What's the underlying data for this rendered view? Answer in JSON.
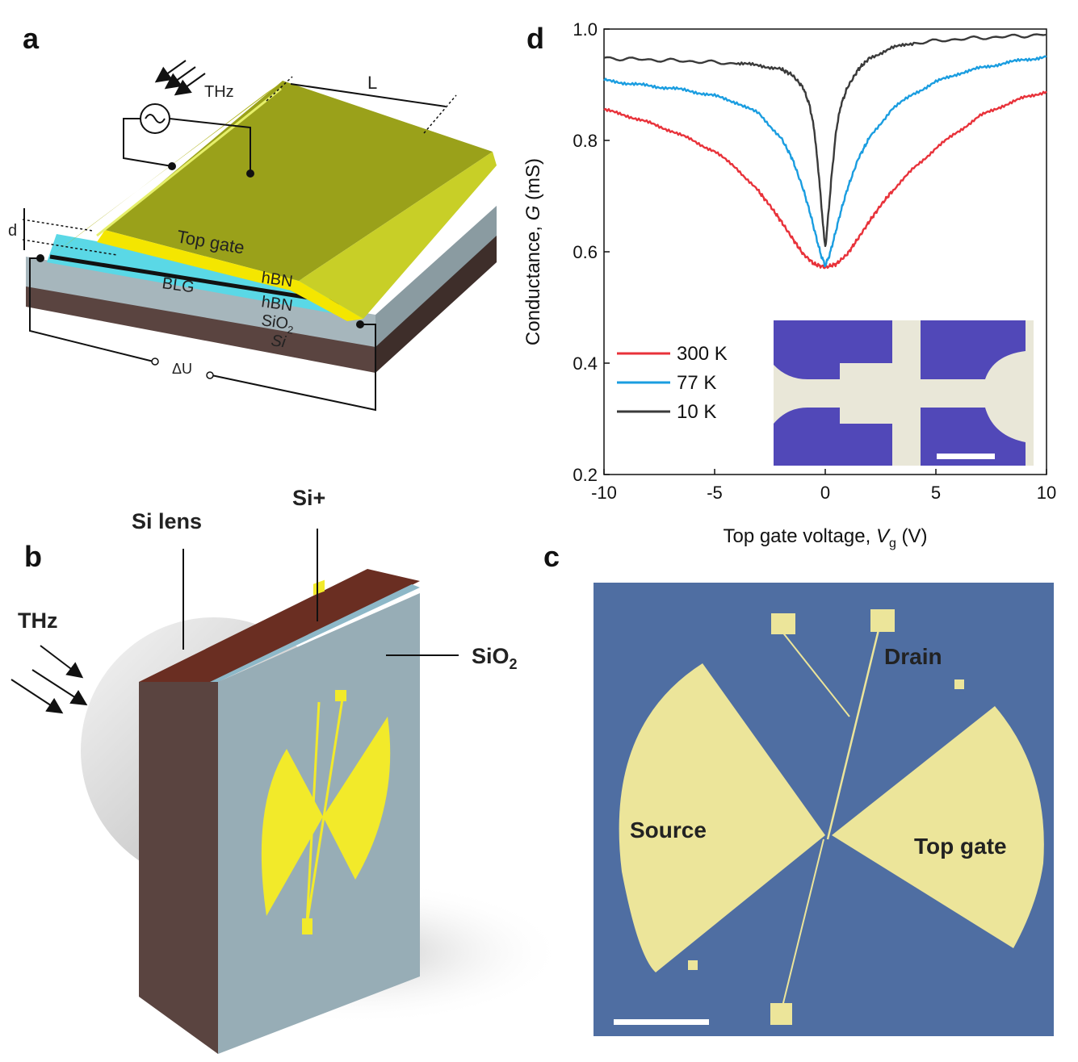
{
  "panels": {
    "a": {
      "letter": "a",
      "labels": {
        "thz": "THz",
        "length": "L",
        "thickness": "d",
        "top_gate": "Top gate",
        "hbn_top": "hBN",
        "blg": "BLG",
        "hbn_bottom": "hBN",
        "sio2_main": "SiO",
        "sio2_sub": "2",
        "si": "Si",
        "voltage": "ΔU"
      }
    },
    "b": {
      "letter": "b",
      "labels": {
        "si_lens": "Si lens",
        "si_plus": "Si+",
        "thz": "THz",
        "sio2_main": "SiO",
        "sio2_sub": "2"
      }
    },
    "c": {
      "letter": "c",
      "labels": {
        "drain": "Drain",
        "source": "Source",
        "top_gate": "Top gate"
      }
    },
    "d": {
      "letter": "d"
    }
  },
  "colors": {
    "gate_gold": "#9aa11a",
    "gate_edge": "#f4e600",
    "hbn": "#5ad8e6",
    "sio2": "#a6b6bc",
    "si": "#5a4440",
    "micro_bg": "#4f6ea2",
    "pad_yellow": "#ece59a"
  },
  "chart_data": {
    "type": "line",
    "xlabel_main": "Top gate voltage, ",
    "xlabel_var": "V",
    "xlabel_sub": "g",
    "xlabel_unit": " (V)",
    "ylabel_main": "Conductance, ",
    "ylabel_var": "G",
    "ylabel_unit": " (mS)",
    "xlim": [
      -10,
      10
    ],
    "ylim": [
      0.2,
      1.0
    ],
    "xticks": [
      -10,
      -5,
      0,
      5,
      10
    ],
    "yticks": [
      0.2,
      0.4,
      0.6,
      0.8,
      1.0
    ],
    "xtick_labels": [
      "-10",
      "-5",
      "0",
      "5",
      "10"
    ],
    "ytick_labels": [
      "0.2",
      "0.4",
      "0.6",
      "0.8",
      "1.0"
    ],
    "legend_position": "bottom-left",
    "series": [
      {
        "name": "300 K",
        "color": "#e8323a",
        "x": [
          -10,
          -9,
          -8,
          -7,
          -6,
          -5,
          -4,
          -3,
          -2.5,
          -2,
          -1.5,
          -1,
          -0.5,
          0,
          0.5,
          1,
          1.5,
          2,
          2.5,
          3,
          4,
          5,
          6,
          7,
          8,
          9,
          10
        ],
        "y": [
          0.855,
          0.845,
          0.832,
          0.818,
          0.8,
          0.78,
          0.75,
          0.708,
          0.683,
          0.655,
          0.625,
          0.596,
          0.578,
          0.572,
          0.578,
          0.596,
          0.625,
          0.655,
          0.683,
          0.708,
          0.75,
          0.786,
          0.816,
          0.844,
          0.862,
          0.877,
          0.888
        ]
      },
      {
        "name": "77 K",
        "color": "#1a9de0",
        "x": [
          -10,
          -9,
          -8,
          -7,
          -6,
          -5,
          -4,
          -3,
          -2,
          -1.5,
          -1,
          -0.7,
          -0.4,
          -0.2,
          0,
          0.2,
          0.4,
          0.7,
          1,
          1.5,
          2,
          3,
          4,
          5,
          6,
          7,
          8,
          9,
          10
        ],
        "y": [
          0.908,
          0.903,
          0.898,
          0.894,
          0.888,
          0.88,
          0.868,
          0.848,
          0.805,
          0.768,
          0.713,
          0.672,
          0.625,
          0.595,
          0.575,
          0.595,
          0.625,
          0.672,
          0.713,
          0.768,
          0.805,
          0.856,
          0.884,
          0.905,
          0.92,
          0.93,
          0.938,
          0.945,
          0.95
        ]
      },
      {
        "name": "10 K",
        "color": "#3a3a3a",
        "x": [
          -10,
          -8,
          -6,
          -4,
          -3,
          -2,
          -1.5,
          -1,
          -0.7,
          -0.5,
          -0.3,
          -0.15,
          -0.05,
          0,
          0.05,
          0.15,
          0.3,
          0.5,
          0.7,
          1,
          1.5,
          2,
          3,
          4,
          6,
          8,
          10
        ],
        "y": [
          0.948,
          0.945,
          0.942,
          0.938,
          0.935,
          0.928,
          0.918,
          0.895,
          0.862,
          0.82,
          0.742,
          0.672,
          0.625,
          0.61,
          0.625,
          0.672,
          0.742,
          0.82,
          0.862,
          0.895,
          0.928,
          0.948,
          0.966,
          0.975,
          0.982,
          0.986,
          0.99
        ]
      }
    ]
  }
}
